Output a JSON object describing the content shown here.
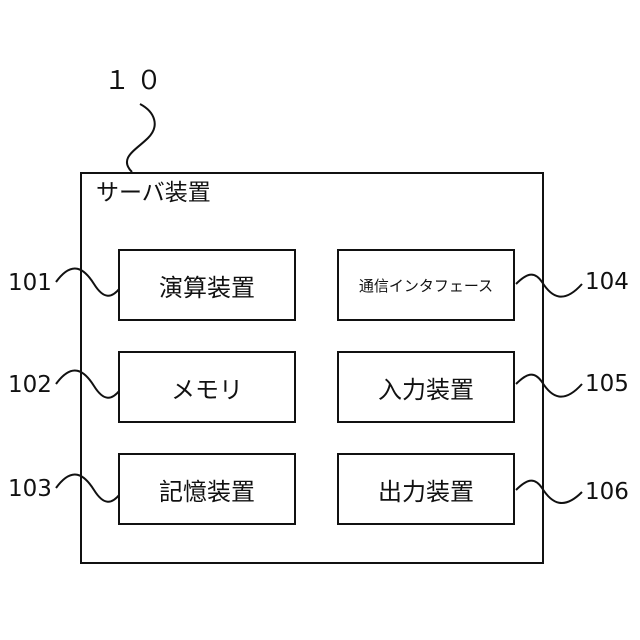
{
  "figure": {
    "reference_label": "１０",
    "server": {
      "title": "サーバ装置"
    },
    "units": [
      {
        "label": "演算装置",
        "ref": "101"
      },
      {
        "label": "メモリ",
        "ref": "102"
      },
      {
        "label": "記憶装置",
        "ref": "103"
      },
      {
        "label": "通信インタフェース",
        "ref": "104"
      },
      {
        "label": "入力装置",
        "ref": "105"
      },
      {
        "label": "出力装置",
        "ref": "106"
      }
    ]
  }
}
